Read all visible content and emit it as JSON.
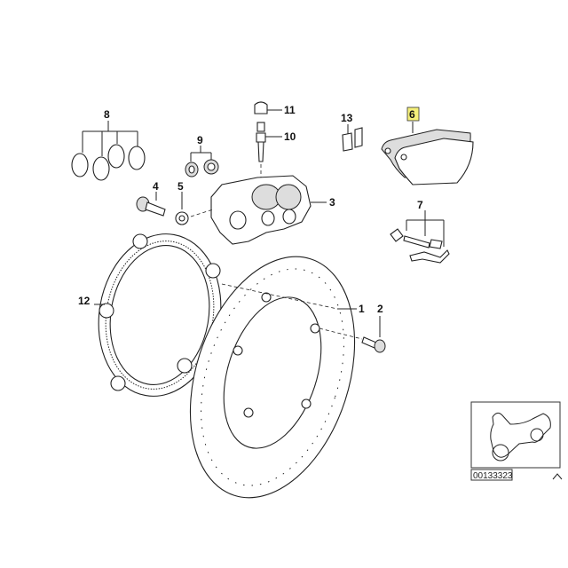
{
  "diagram": {
    "labels": {
      "p1": "1",
      "p2": "2",
      "p3": "3",
      "p4": "4",
      "p5": "5",
      "p6": "6",
      "p7": "7",
      "p8": "8",
      "p9": "9",
      "p10": "10",
      "p11": "11",
      "p12": "12",
      "p13": "13"
    },
    "highlighted_part": "6",
    "highlight_color": "#f5f07a",
    "thumbnail_code": "00133323"
  }
}
